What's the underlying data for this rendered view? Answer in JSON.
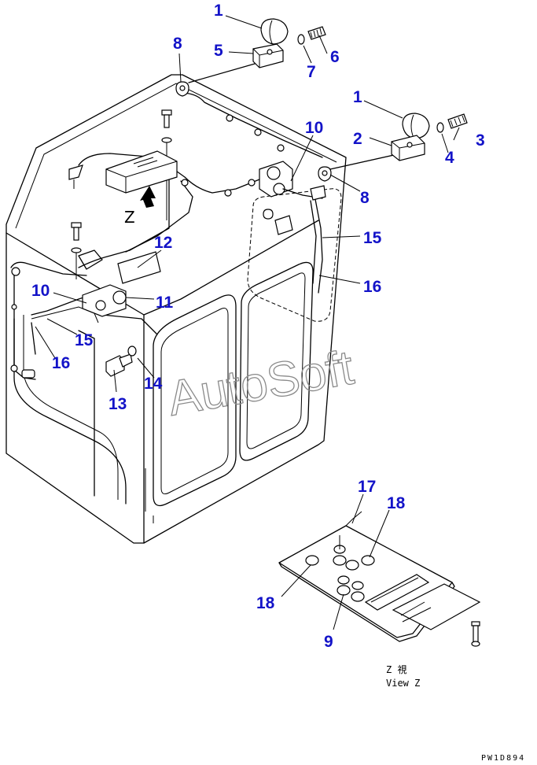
{
  "watermark": "AutoSoft",
  "view_caption": {
    "line1": "Z  視",
    "line2": "View Z"
  },
  "z_marker": "Z",
  "code": "PW1D894",
  "callouts": {
    "c1a": "1",
    "c1b": "1",
    "c2": "2",
    "c3": "3",
    "c4": "4",
    "c5": "5",
    "c6": "6",
    "c7": "7",
    "c8a": "8",
    "c8b": "8",
    "c9": "9",
    "c10a": "10",
    "c10b": "10",
    "c11": "11",
    "c12": "12",
    "c13": "13",
    "c14": "14",
    "c15a": "15",
    "c15b": "15",
    "c16a": "16",
    "c16b": "16",
    "c17": "17",
    "c18a": "18",
    "c18b": "18"
  },
  "colors": {
    "callout": "#1313c8",
    "line": "#000000",
    "watermark": "#8a8a8a"
  }
}
